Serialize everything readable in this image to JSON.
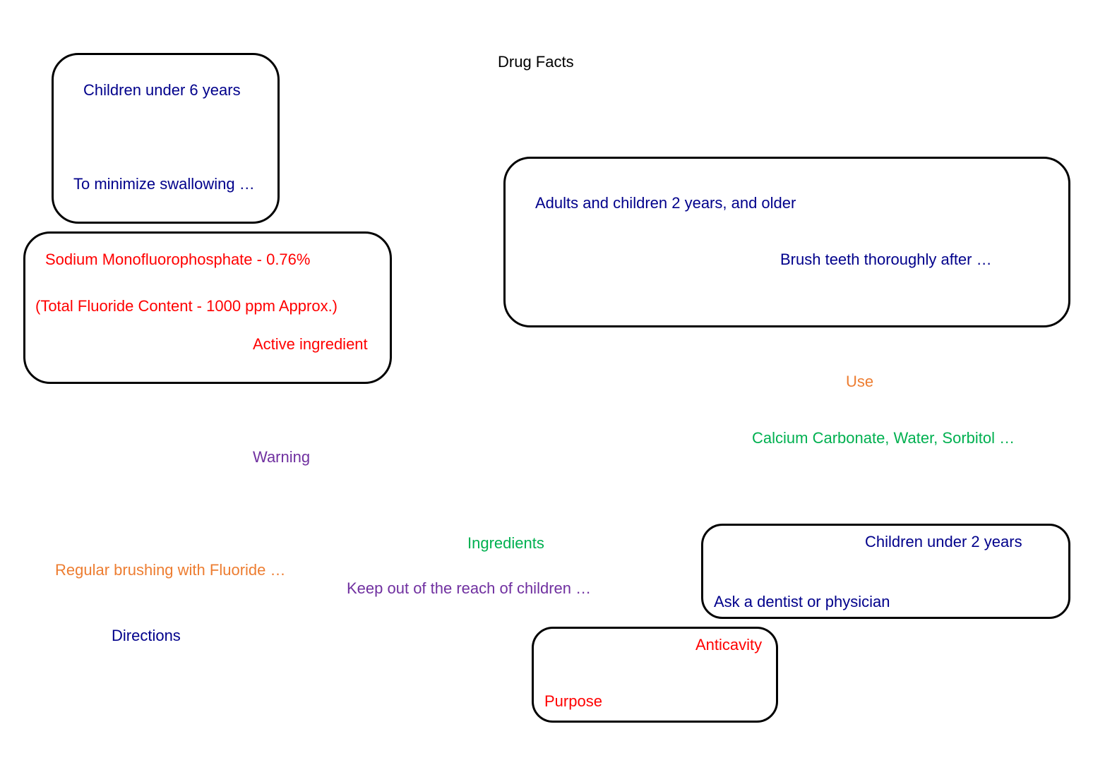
{
  "colors": {
    "title": "#000000",
    "directions": "#00008b",
    "active": "#ff0000",
    "use": "#ed7d31",
    "ingredients": "#00b050",
    "warning": "#7030a0",
    "border": "#000000"
  },
  "title": "Drug Facts",
  "boxes": {
    "children_under_6": {
      "heading": "Children under 6 years",
      "detail": "To minimize swallowing …"
    },
    "active_ingredient": {
      "line1": "Sodium Monofluorophosphate - 0.76%",
      "line2": "(Total Fluoride Content - 1000 ppm Approx.)",
      "heading": "Active ingredient"
    },
    "adults": {
      "heading": "Adults and children 2 years, and older",
      "detail": "Brush teeth thoroughly after …"
    },
    "children_under_2": {
      "heading": "Children under 2 years",
      "detail": "Ask a dentist or physician"
    },
    "purpose": {
      "value": "Anticavity",
      "heading": "Purpose"
    }
  },
  "labels": {
    "use": "Use",
    "inactive_ingredients": "Calcium Carbonate, Water, Sorbitol …",
    "warning": "Warning",
    "ingredients": "Ingredients",
    "use_text": "Regular brushing with Fluoride …",
    "warning_text": "Keep out of the reach of children …",
    "directions": "Directions"
  }
}
